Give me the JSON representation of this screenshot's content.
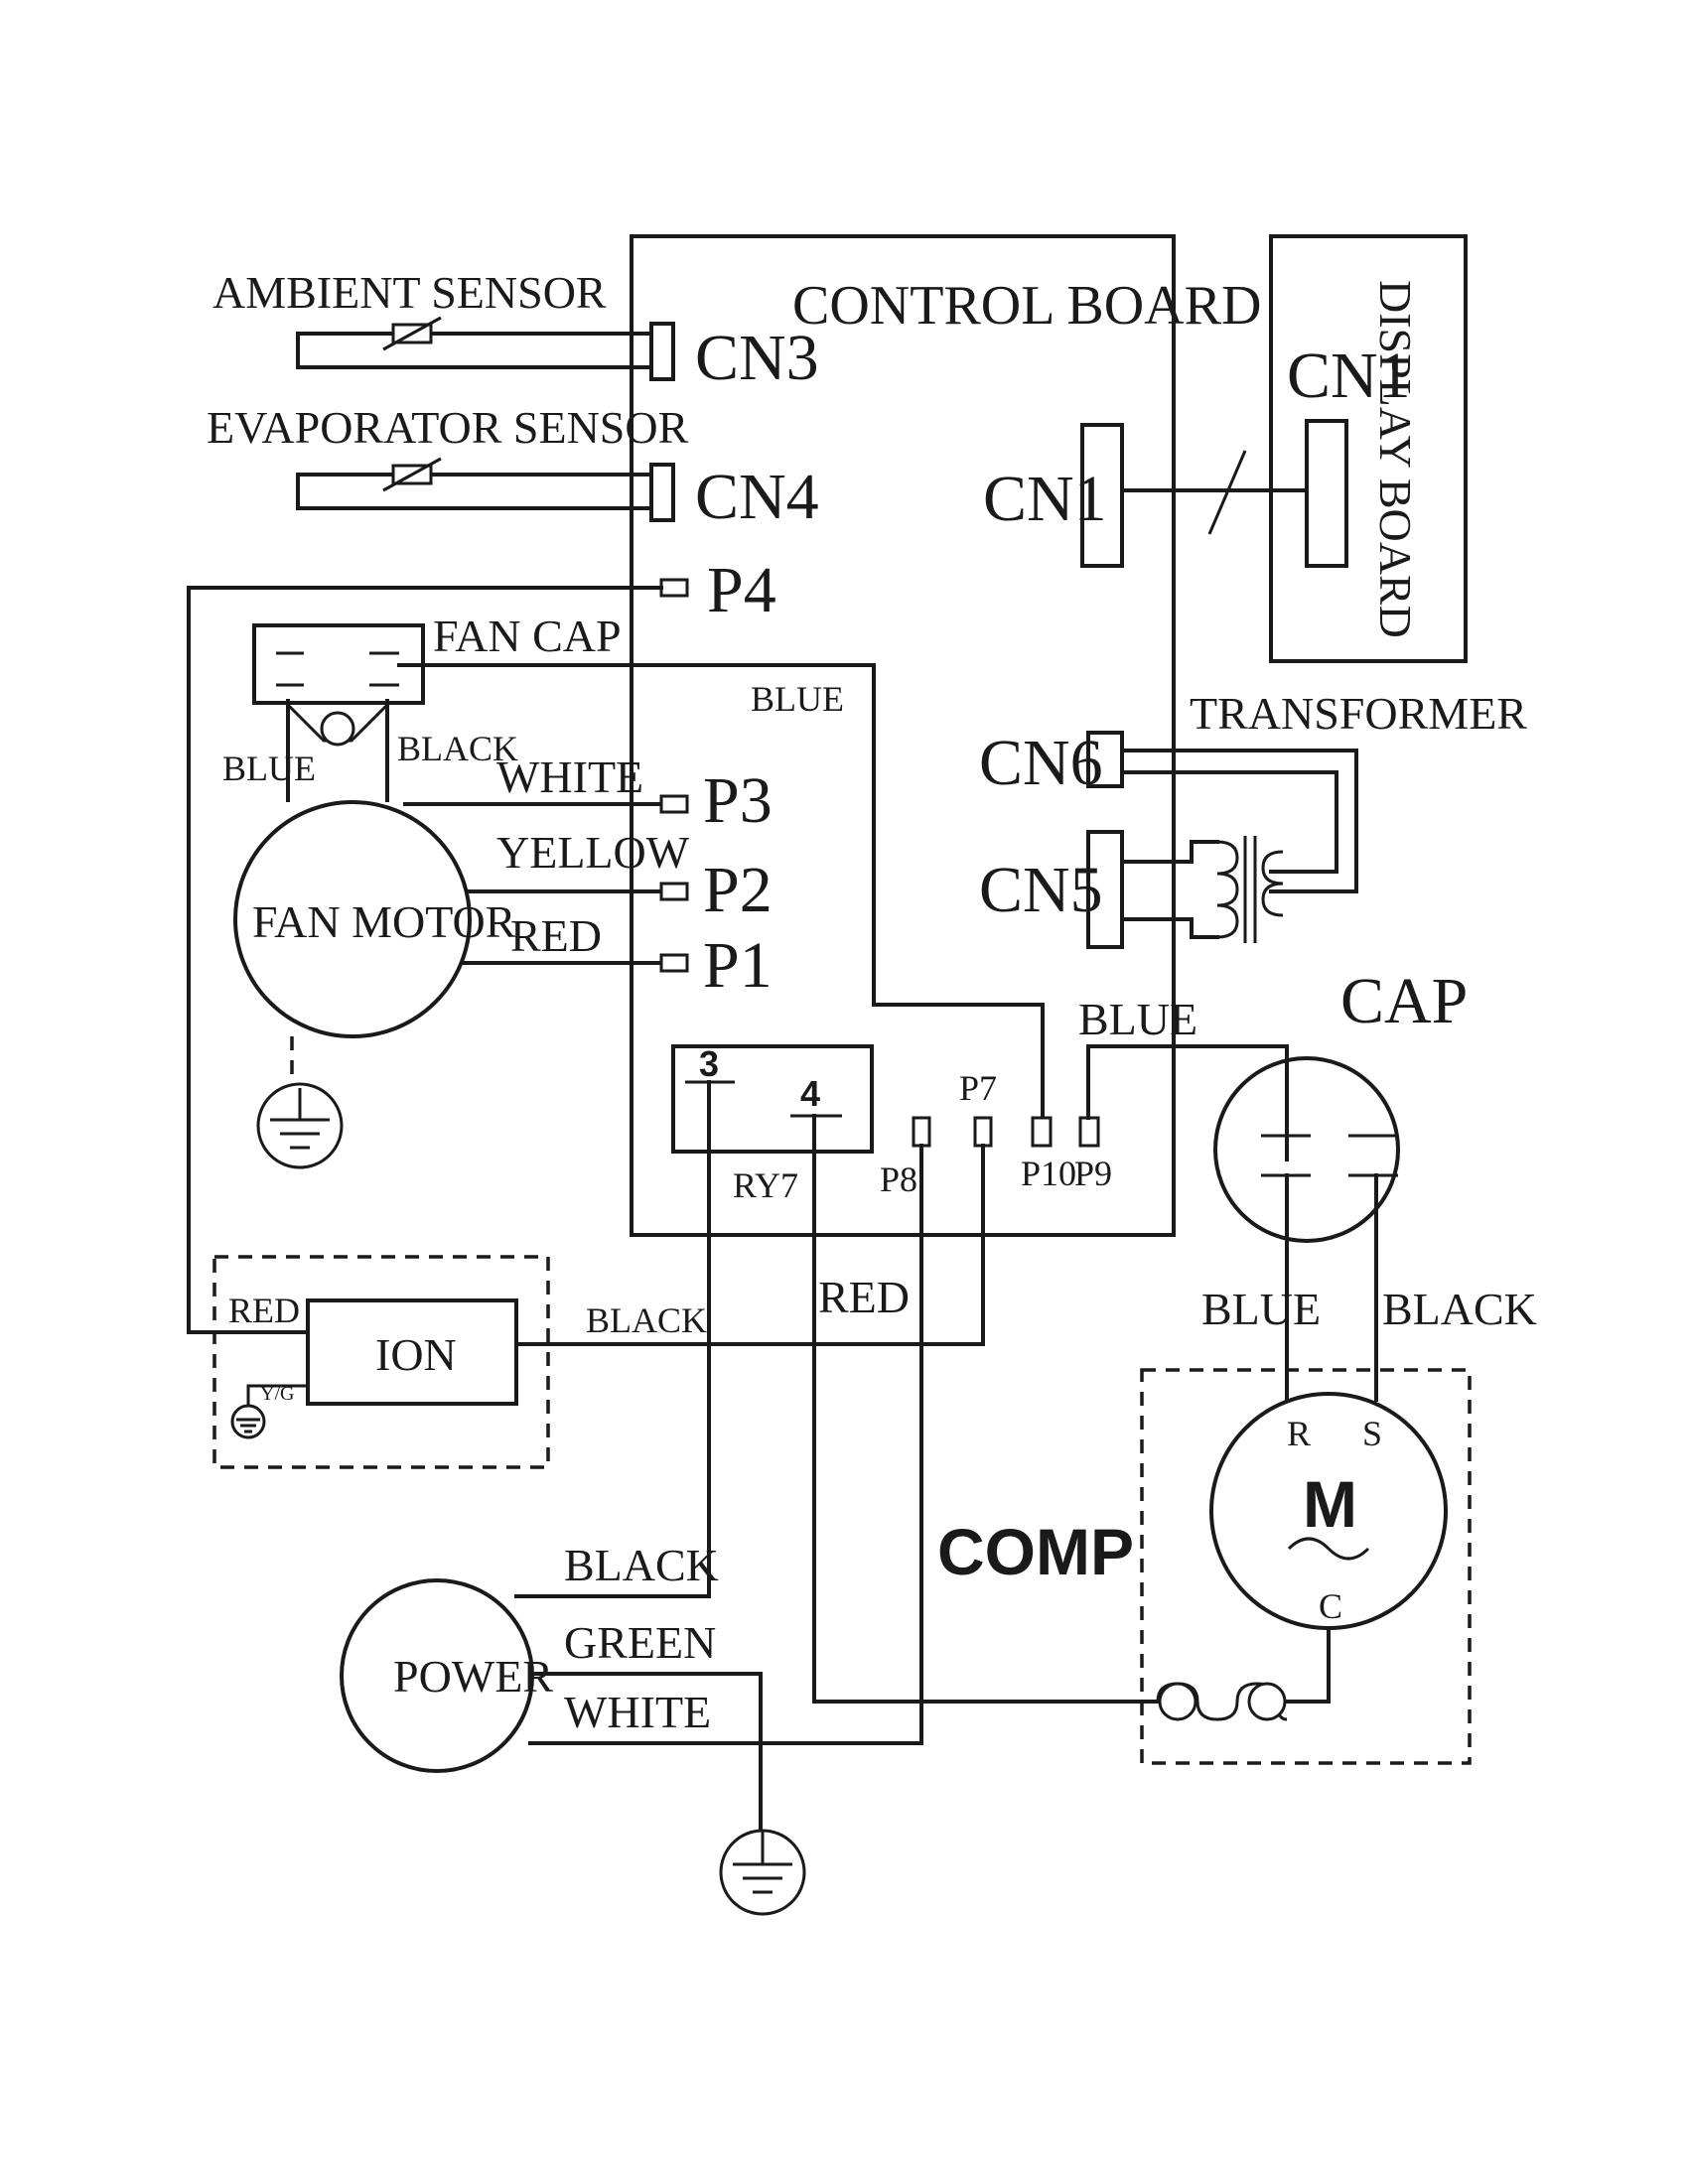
{
  "labels": {
    "control_board": "CONTROL BOARD",
    "display_board": "DISPLAY BOARD",
    "ambient_sensor": "AMBIENT SENSOR",
    "evaporator_sensor": "EVAPORATOR SENSOR",
    "cn3": "CN3",
    "cn4": "CN4",
    "cn1_main": "CN1",
    "cn1_display": "CN1",
    "cn6": "CN6",
    "cn5": "CN5",
    "transformer": "TRANSFORMER",
    "p4": "P4",
    "p3": "P3",
    "p2": "P2",
    "p1": "P1",
    "p7": "P7",
    "p8": "P8",
    "p9": "P9",
    "p10": "P10",
    "fan_cap": "FAN CAP",
    "fan_motor": "FAN MOTOR",
    "cap": "CAP",
    "comp": "COMP",
    "ion": "ION",
    "power": "POWER",
    "ry7": "RY7",
    "relay_3": "3",
    "relay_4": "4",
    "motor_m": "M",
    "motor_r": "R",
    "motor_s": "S",
    "motor_c": "C",
    "yg": "Y/G"
  },
  "wires": {
    "blue_fan_cap": "BLUE",
    "blue_fan_left": "BLUE",
    "black_fan": "BLACK",
    "white_fan": "WHITE",
    "yellow_fan": "YELLOW",
    "red_fan": "RED",
    "blue_p9": "BLUE",
    "red_ion": "RED",
    "black_ion": "BLACK",
    "red_relay": "RED",
    "blue_cap": "BLUE",
    "black_cap": "BLACK",
    "black_power": "BLACK",
    "green_power": "GREEN",
    "white_power": "WHITE"
  }
}
